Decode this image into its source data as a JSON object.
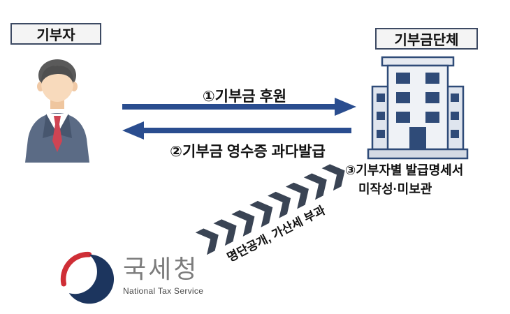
{
  "colors": {
    "arrow": "#2a4d8f",
    "chevron": "#3a4454",
    "building_navy": "#2f4b78",
    "logo_red": "#cf2e36",
    "logo_navy": "#1c355e"
  },
  "donor_box": {
    "label": "기부자"
  },
  "org_box": {
    "label": "기부금단체"
  },
  "flow": {
    "donate_label": "①기부금 후원",
    "receipt_label": "②기부금 영수증 과다발급",
    "note_line1": "③기부자별 발급명세서",
    "note_line2": "미작성·미보관",
    "sanction_label": "명단공개, 가산세 부과"
  },
  "nts_logo": {
    "korean": "국세청",
    "english": "National Tax Service"
  }
}
